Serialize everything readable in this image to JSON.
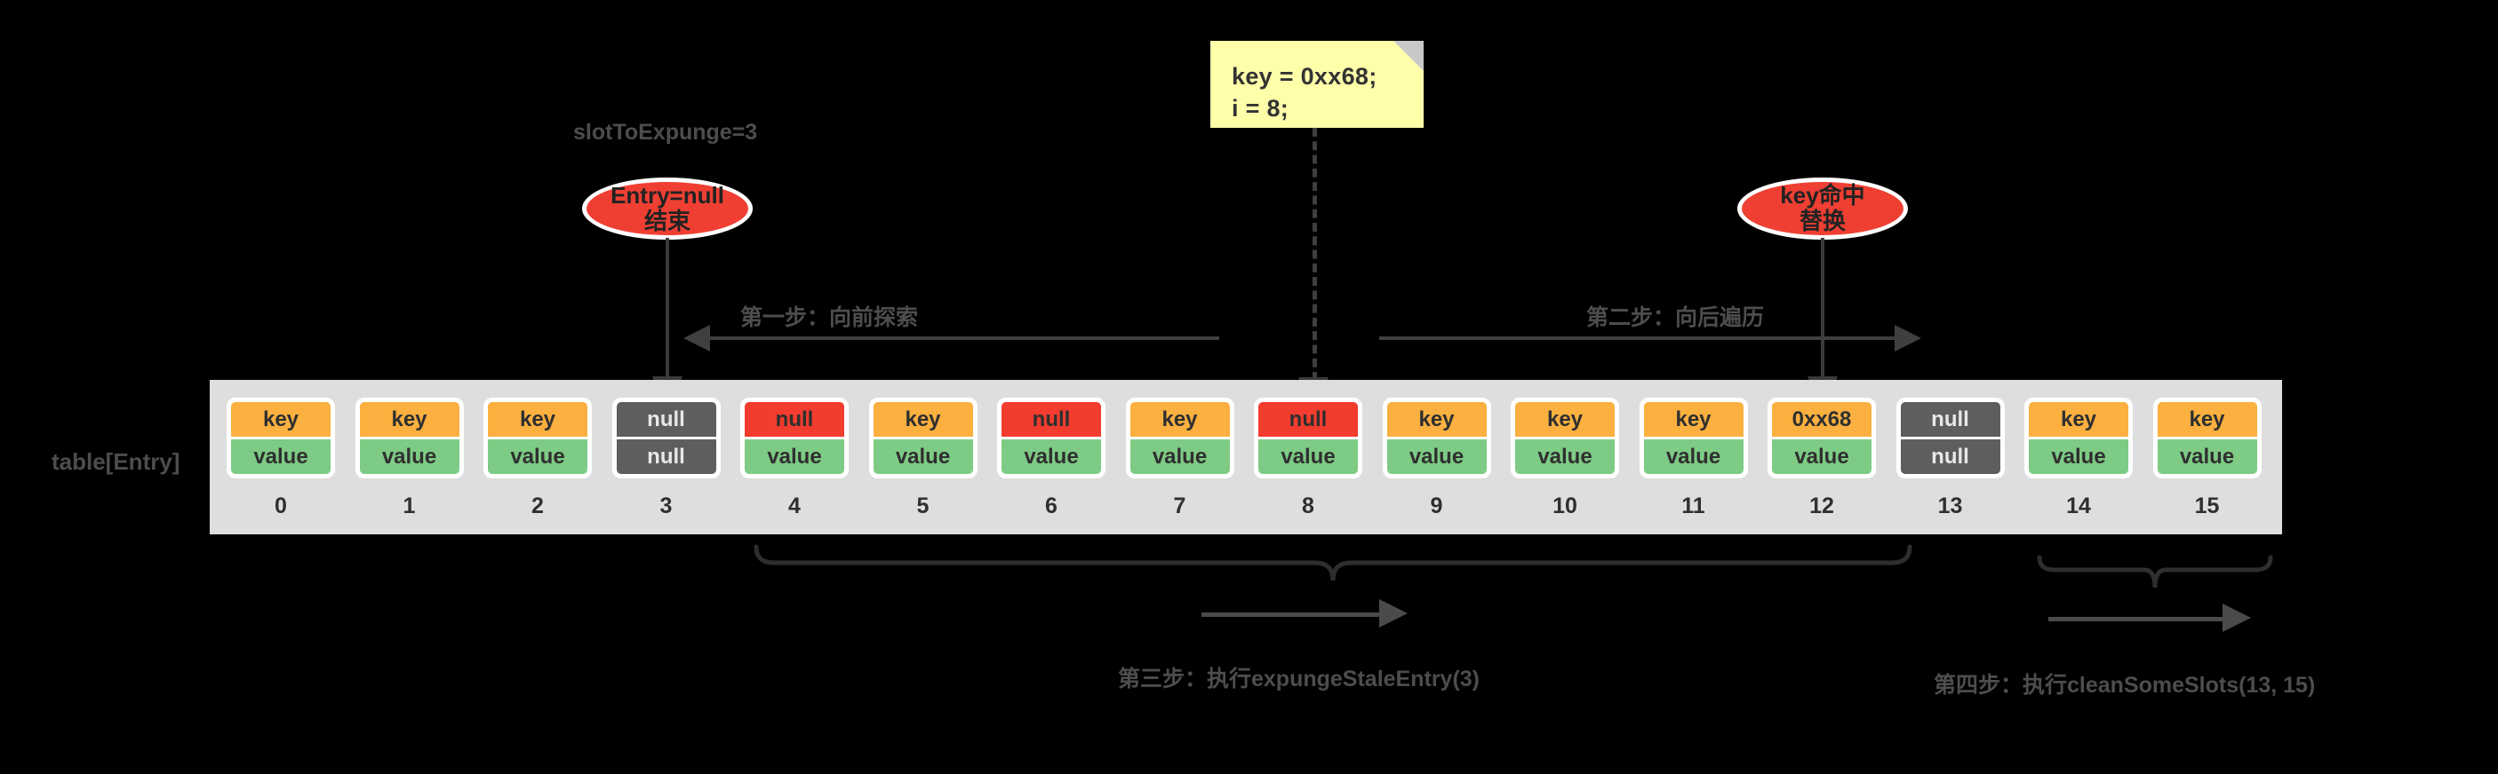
{
  "diagram": {
    "title_label": "table[Entry]",
    "slot_to_expunge_label": "slotToExpunge=3",
    "note": {
      "line1": "key = 0xx68;",
      "line2": "i = 8;"
    },
    "callouts": [
      {
        "line1": "Entry=null",
        "line2": "结束",
        "target_index": 3
      },
      {
        "line1": "key命中",
        "line2": "替换",
        "target_index": 12
      }
    ],
    "steps": [
      {
        "label": "第一步：向前探索",
        "direction": "left"
      },
      {
        "label": "第二步：向后遍历",
        "direction": "right"
      },
      {
        "label": "第三步：执行expungeStaleEntry(3)",
        "range": [
          4,
          12
        ]
      },
      {
        "label": "第四步：执行cleanSomeSlots(13, 15)",
        "range": [
          13,
          15
        ]
      }
    ],
    "colors": {
      "background": "#000000",
      "strip": "#dedede",
      "key": "#fbb040",
      "value": "#7dcb84",
      "null_stale": "#f13c2e",
      "null_empty": "#5e5e5e",
      "callout": "#ef3f33",
      "note": "#ffffaa",
      "note_fold": "#c8c8c8",
      "line": "#3f3f3f",
      "text": "#4d4d4d"
    },
    "table": {
      "indices": [
        "0",
        "1",
        "2",
        "3",
        "4",
        "5",
        "6",
        "7",
        "8",
        "9",
        "10",
        "11",
        "12",
        "13",
        "14",
        "15"
      ],
      "cells": [
        {
          "index": "0",
          "key": "key",
          "value": "value",
          "state": "occupied"
        },
        {
          "index": "1",
          "key": "key",
          "value": "value",
          "state": "occupied"
        },
        {
          "index": "2",
          "key": "key",
          "value": "value",
          "state": "occupied"
        },
        {
          "index": "3",
          "key": "null",
          "value": "null",
          "state": "empty"
        },
        {
          "index": "4",
          "key": "null",
          "value": "value",
          "state": "stale"
        },
        {
          "index": "5",
          "key": "key",
          "value": "value",
          "state": "occupied"
        },
        {
          "index": "6",
          "key": "null",
          "value": "value",
          "state": "stale"
        },
        {
          "index": "7",
          "key": "key",
          "value": "value",
          "state": "occupied"
        },
        {
          "index": "8",
          "key": "null",
          "value": "value",
          "state": "stale"
        },
        {
          "index": "9",
          "key": "key",
          "value": "value",
          "state": "occupied"
        },
        {
          "index": "10",
          "key": "key",
          "value": "value",
          "state": "occupied"
        },
        {
          "index": "11",
          "key": "key",
          "value": "value",
          "state": "occupied"
        },
        {
          "index": "12",
          "key": "0xx68",
          "value": "value",
          "state": "occupied"
        },
        {
          "index": "13",
          "key": "null",
          "value": "null",
          "state": "empty"
        },
        {
          "index": "14",
          "key": "key",
          "value": "value",
          "state": "occupied"
        },
        {
          "index": "15",
          "key": "key",
          "value": "value",
          "state": "occupied"
        }
      ]
    }
  }
}
